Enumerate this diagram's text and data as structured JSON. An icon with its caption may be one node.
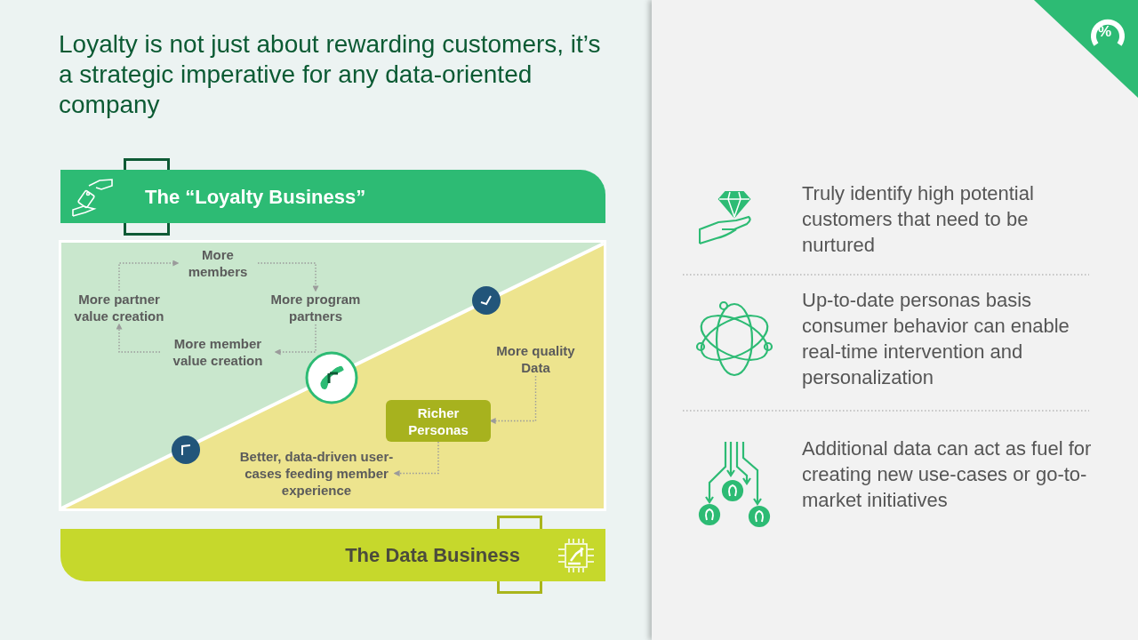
{
  "diagram": {
    "title": "Loyalty is not just about rewarding customers, it’s a strategic imperative for any data-oriented company",
    "nodes": [
      {
        "text": [
          "The “Loyalty Business”"
        ]
      },
      {
        "text": [
          "More members"
        ]
      },
      {
        "text": [
          "More program partners"
        ]
      },
      {
        "text": [
          "More member value creation"
        ]
      },
      {
        "text": [
          "More partner value creation"
        ]
      },
      {
        "text": [
          "More quality Data"
        ]
      },
      {
        "text": [
          "Richer Personas"
        ]
      },
      {
        "text": [
          "Better, data-driven user-cases feeding member experience"
        ]
      },
      {
        "text": [
          "The Data Business"
        ]
      }
    ],
    "edges": [
      {
        "from": 4,
        "to": 1,
        "arrow": "to"
      },
      {
        "from": 1,
        "to": 2,
        "arrow": "to"
      },
      {
        "from": 2,
        "to": 3,
        "arrow": "to"
      },
      {
        "from": 3,
        "to": 4,
        "arrow": "to"
      },
      {
        "from": 5,
        "to": 6,
        "arrow": "to"
      },
      {
        "from": 6,
        "to": 7,
        "arrow": "to"
      }
    ],
    "labels": [
      "%",
      "Truly identify high potential customers that need to be nurtured",
      "Up-to-date personas basis consumer behavior can enable real-time intervention and personalization",
      "Additional data can act as fuel for creating new use-cases or go-to-market initiatives"
    ]
  }
}
